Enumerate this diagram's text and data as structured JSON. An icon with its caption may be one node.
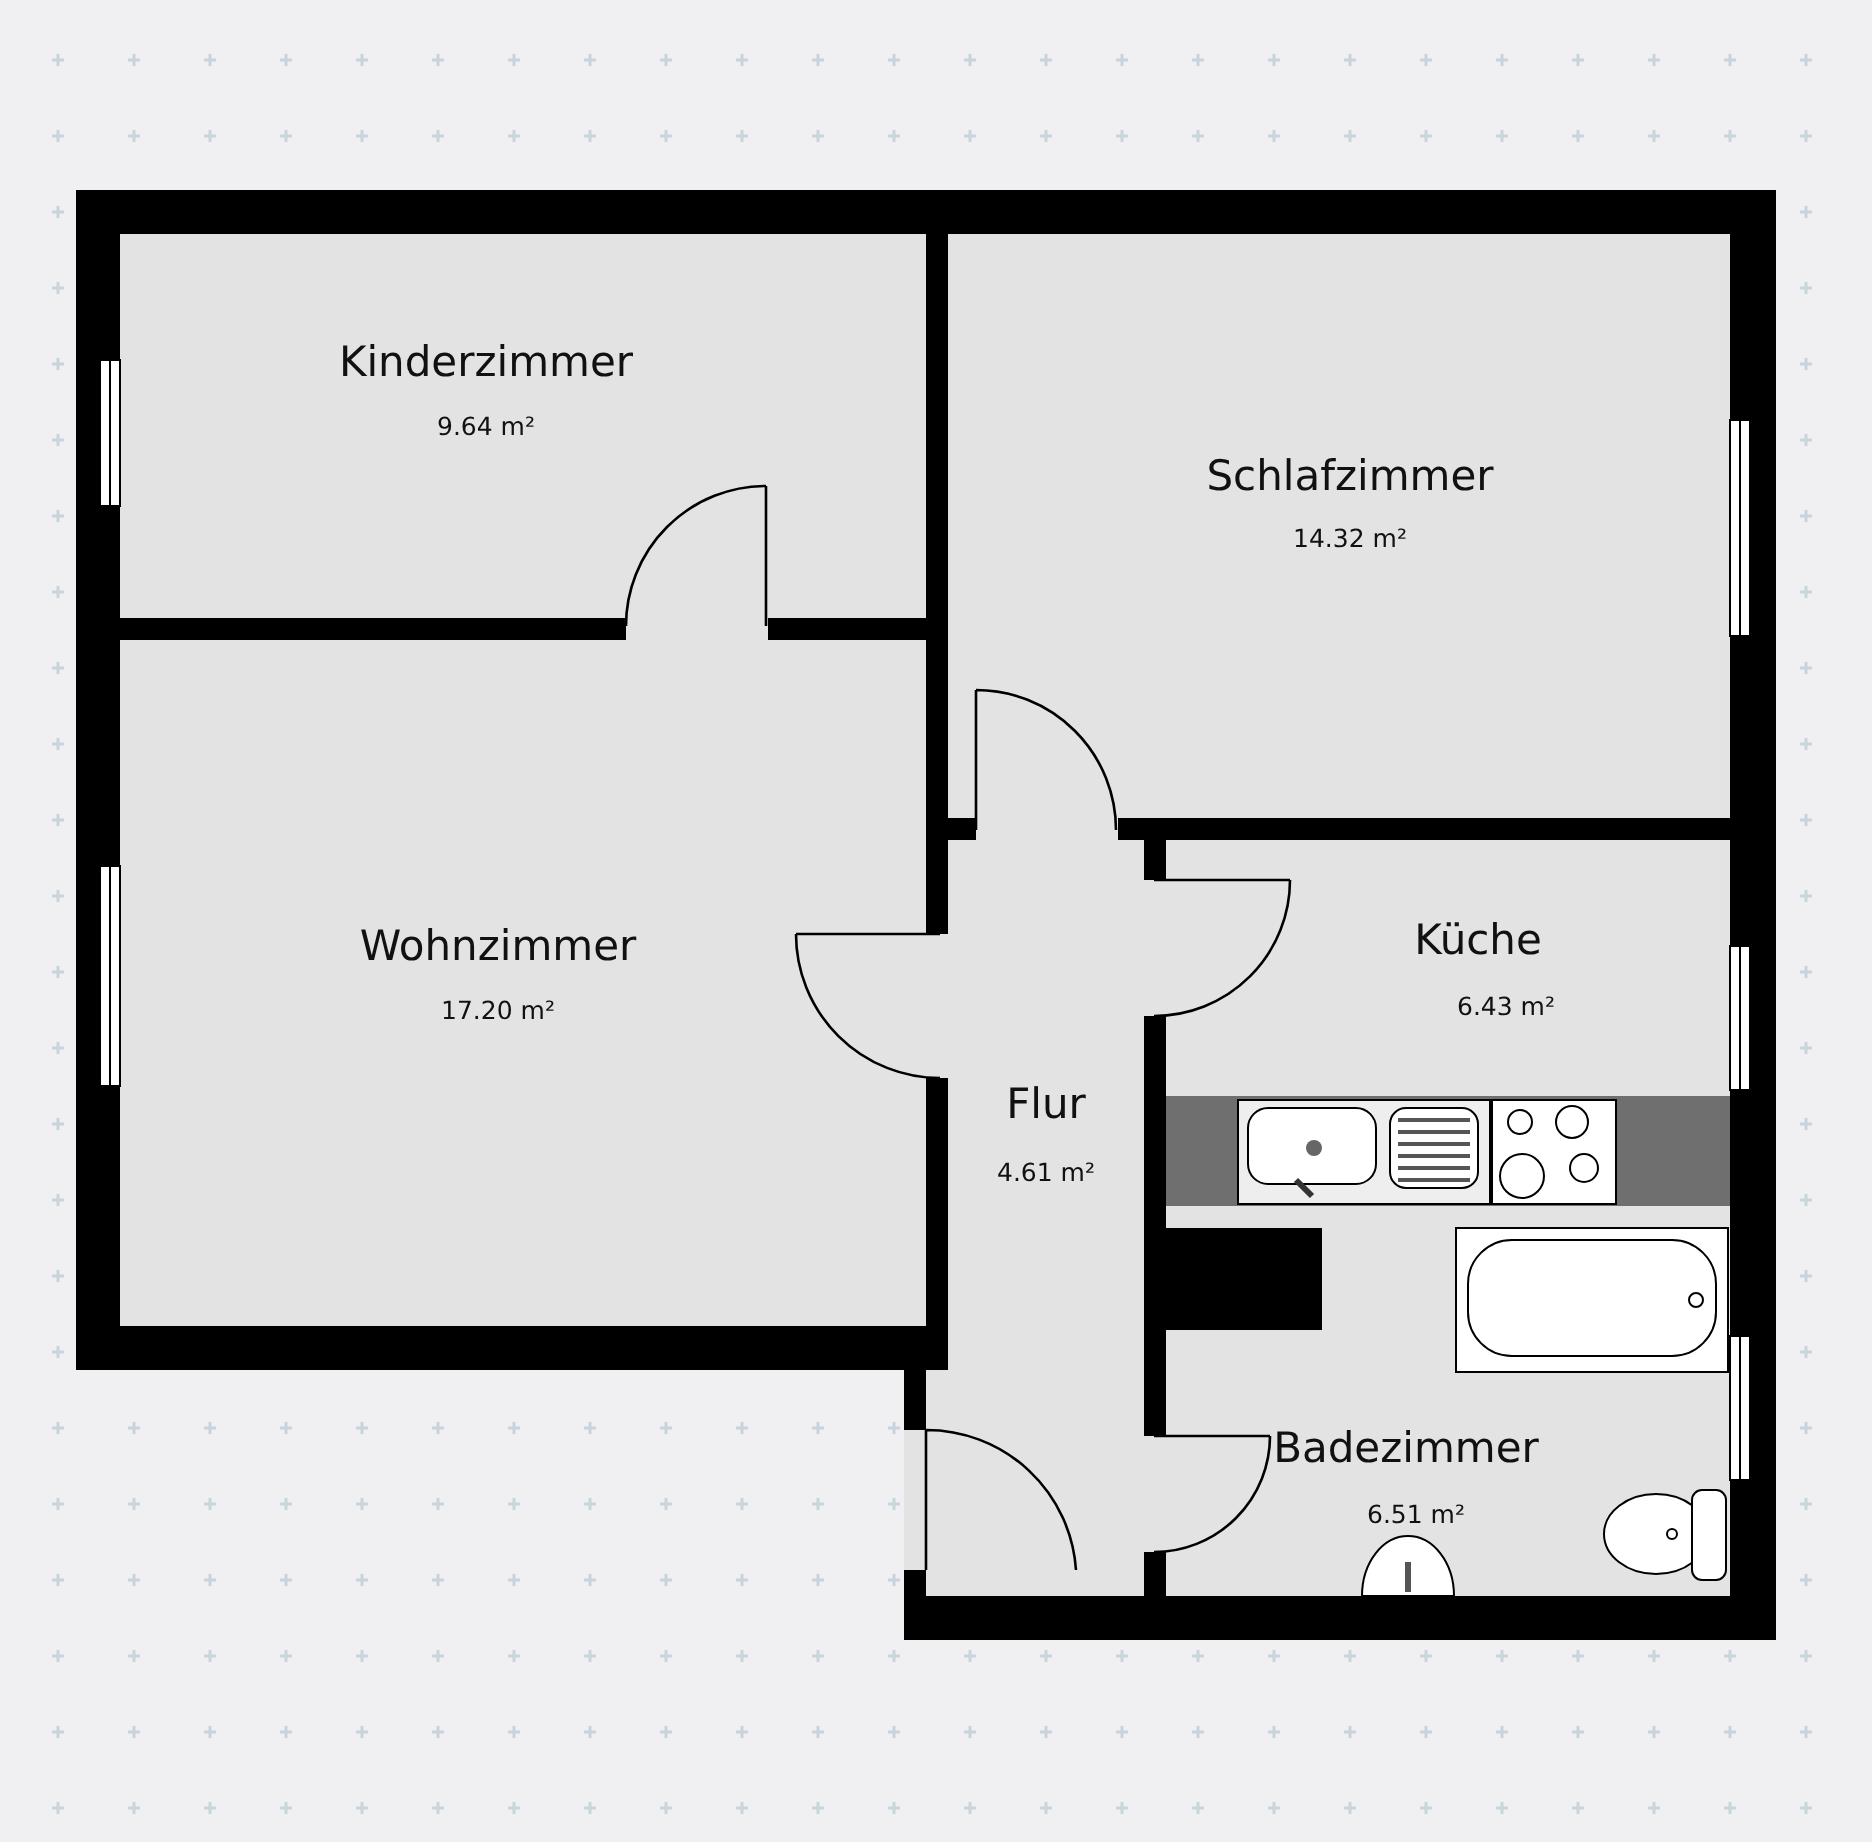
{
  "diagram": {
    "nodes": [
      {
        "text": [
          "Kinderzimmer",
          "9.64 m²"
        ]
      },
      {
        "text": [
          "Schlafzimmer",
          "14.32 m²"
        ]
      },
      {
        "text": [
          "Wohnzimmer",
          "17.20 m²"
        ]
      },
      {
        "text": [
          "Flur",
          "4.61 m²"
        ]
      },
      {
        "text": [
          "Küche",
          "6.43 m²"
        ]
      },
      {
        "text": [
          "Badezimmer",
          "6.51 m²"
        ]
      }
    ]
  }
}
